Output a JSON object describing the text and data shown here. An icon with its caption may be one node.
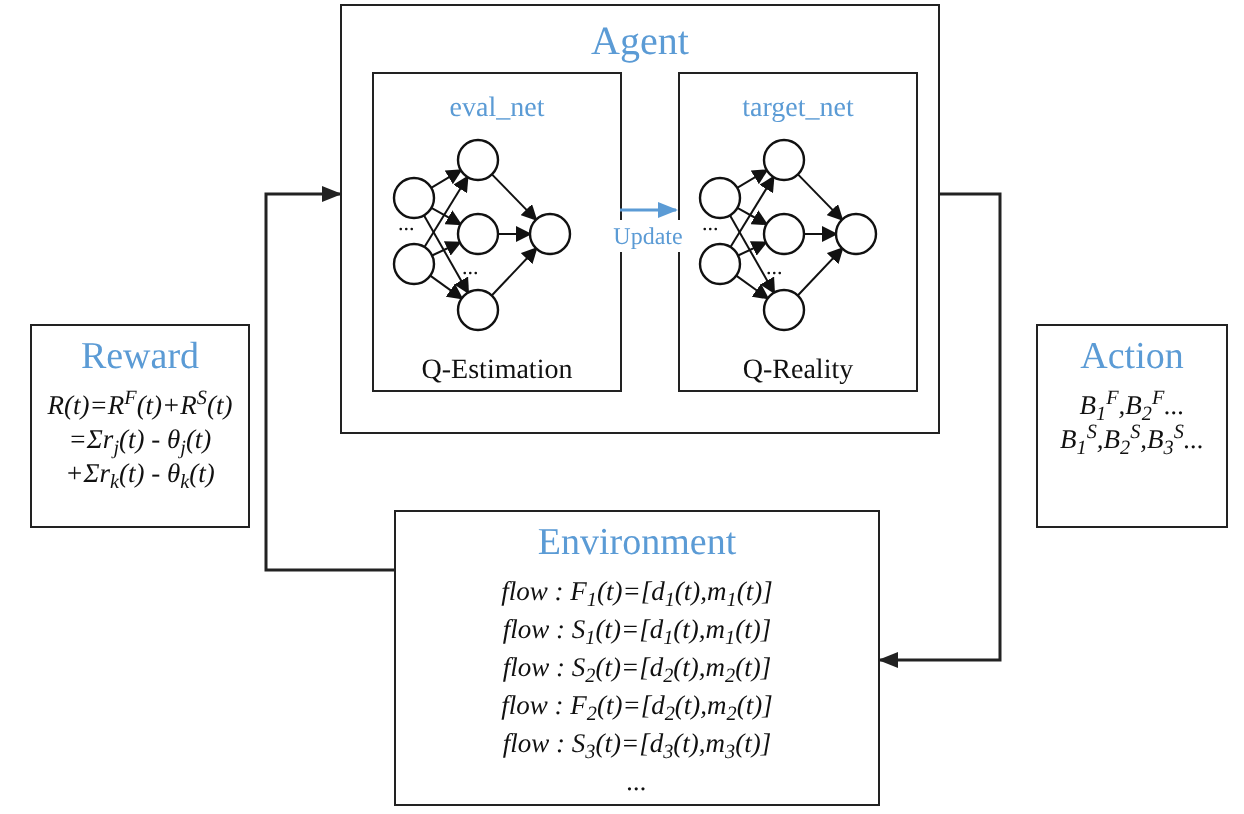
{
  "diagram": {
    "nodes": [
      {
        "text": [
          "Reward",
          "R(t)=R$^{F}$(t)+R$^{S}$(t)",
          "=Σr$_{j}$(t) - θ$_{j}$(t)",
          "+Σr$_{k}$(t) - θ$_{k}$(t)"
        ]
      },
      {
        "text": [
          "Agent"
        ]
      },
      {
        "text": [
          "eval_net",
          "Q-Estimation"
        ],
        "in": 1
      },
      {
        "text": [
          "target_net",
          "Q-Reality"
        ],
        "in": 1
      },
      {
        "text": [
          "Action",
          "B$_{1}$$^{F}$,B$_{2}$$^{F}$...",
          "B$_{1}$$^{S}$,B$_{2}$$^{S}$,B$_{3}$$^{S}$..."
        ]
      },
      {
        "text": [
          "Environment",
          "flow : F$_{1}$(t)=[d$_{1}$(t),m$_{1}$(t)]",
          "flow : S$_{1}$(t)=[d$_{1}$(t),m$_{1}$(t)]",
          "flow : S$_{2}$(t)=[d$_{2}$(t),m$_{2}$(t)]",
          "flow : F$_{2}$(t)=[d$_{2}$(t),m$_{2}$(t)]",
          "flow : S$_{3}$(t)=[d$_{3}$(t),m$_{3}$(t)]",
          "..."
        ]
      }
    ],
    "edges": [
      {
        "from": 5,
        "to": 1,
        "arrow": "to"
      },
      {
        "from": 1,
        "to": 5,
        "arrow": "to"
      },
      {
        "from": 2,
        "to": 3,
        "arrow": "to",
        "label": "Update",
        "color": "#5b9bd5"
      }
    ],
    "labels": [
      "...",
      "...",
      "...",
      "..."
    ]
  }
}
